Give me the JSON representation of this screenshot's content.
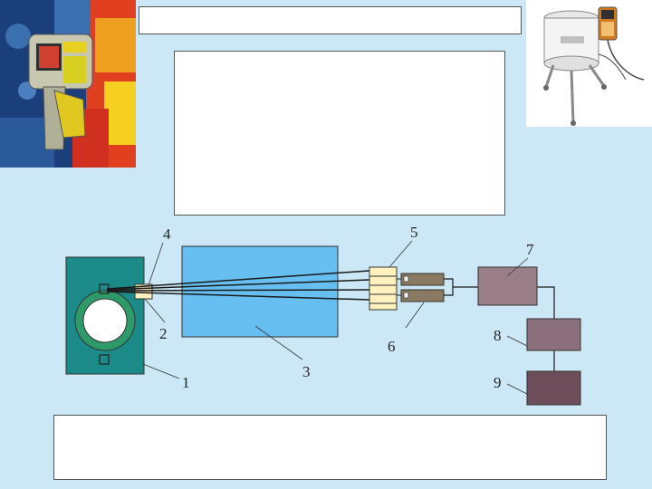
{
  "photos": {
    "left": "thermal-imaging-camera",
    "right": "sensor-on-tripod"
  },
  "title_box": {
    "text": ""
  },
  "description_box": {
    "text": ""
  },
  "caption_box": {
    "text": ""
  },
  "diagram": {
    "labels": {
      "l1": "1",
      "l2": "2",
      "l3": "3",
      "l4": "4",
      "l5": "5",
      "l6": "6",
      "l7": "7",
      "l8": "8",
      "l9": "9"
    }
  },
  "colors": {
    "background": "#cce8f6",
    "teal_block": "#1d8a8a",
    "ring": "#2e9a6a",
    "cable_box": "#66bff0",
    "connector": "#fff2bf",
    "sensor": "#8a7a62",
    "unit7": "#9a7f88",
    "unit8": "#8c6f7d",
    "unit9": "#6e4d5a"
  }
}
